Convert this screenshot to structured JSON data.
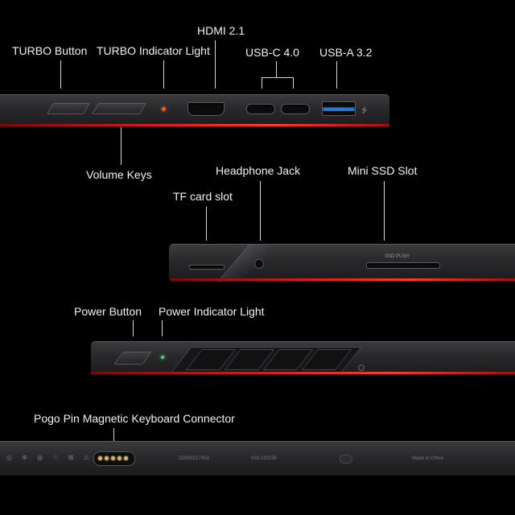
{
  "labels": {
    "hdmi": "HDMI 2.1",
    "turbo_button": "TURBO Button",
    "turbo_indicator": "TURBO Indicator Light",
    "usb_c": "USB-C 4.0",
    "usb_a": "USB-A 3.2",
    "volume_keys": "Volume Keys",
    "headphone_jack": "Headphone Jack",
    "mini_ssd": "Mini SSD Slot",
    "tf_card": "TF card slot",
    "power_button": "Power Button",
    "power_indicator": "Power Indicator Light",
    "pogo_pin": "Pogo Pin Magnetic Keyboard Connector"
  },
  "printed": {
    "ssd_mark": "SSD PUSH",
    "cert_code_1": "D3000217053",
    "cert_code_2": "003-220235",
    "made_in": "Made in China"
  },
  "colors": {
    "accent_red": "#d81c1c",
    "indicator_orange": "#ff5a1e",
    "indicator_green": "#3fe07a",
    "usb_a_blue": "#2a78d6"
  }
}
